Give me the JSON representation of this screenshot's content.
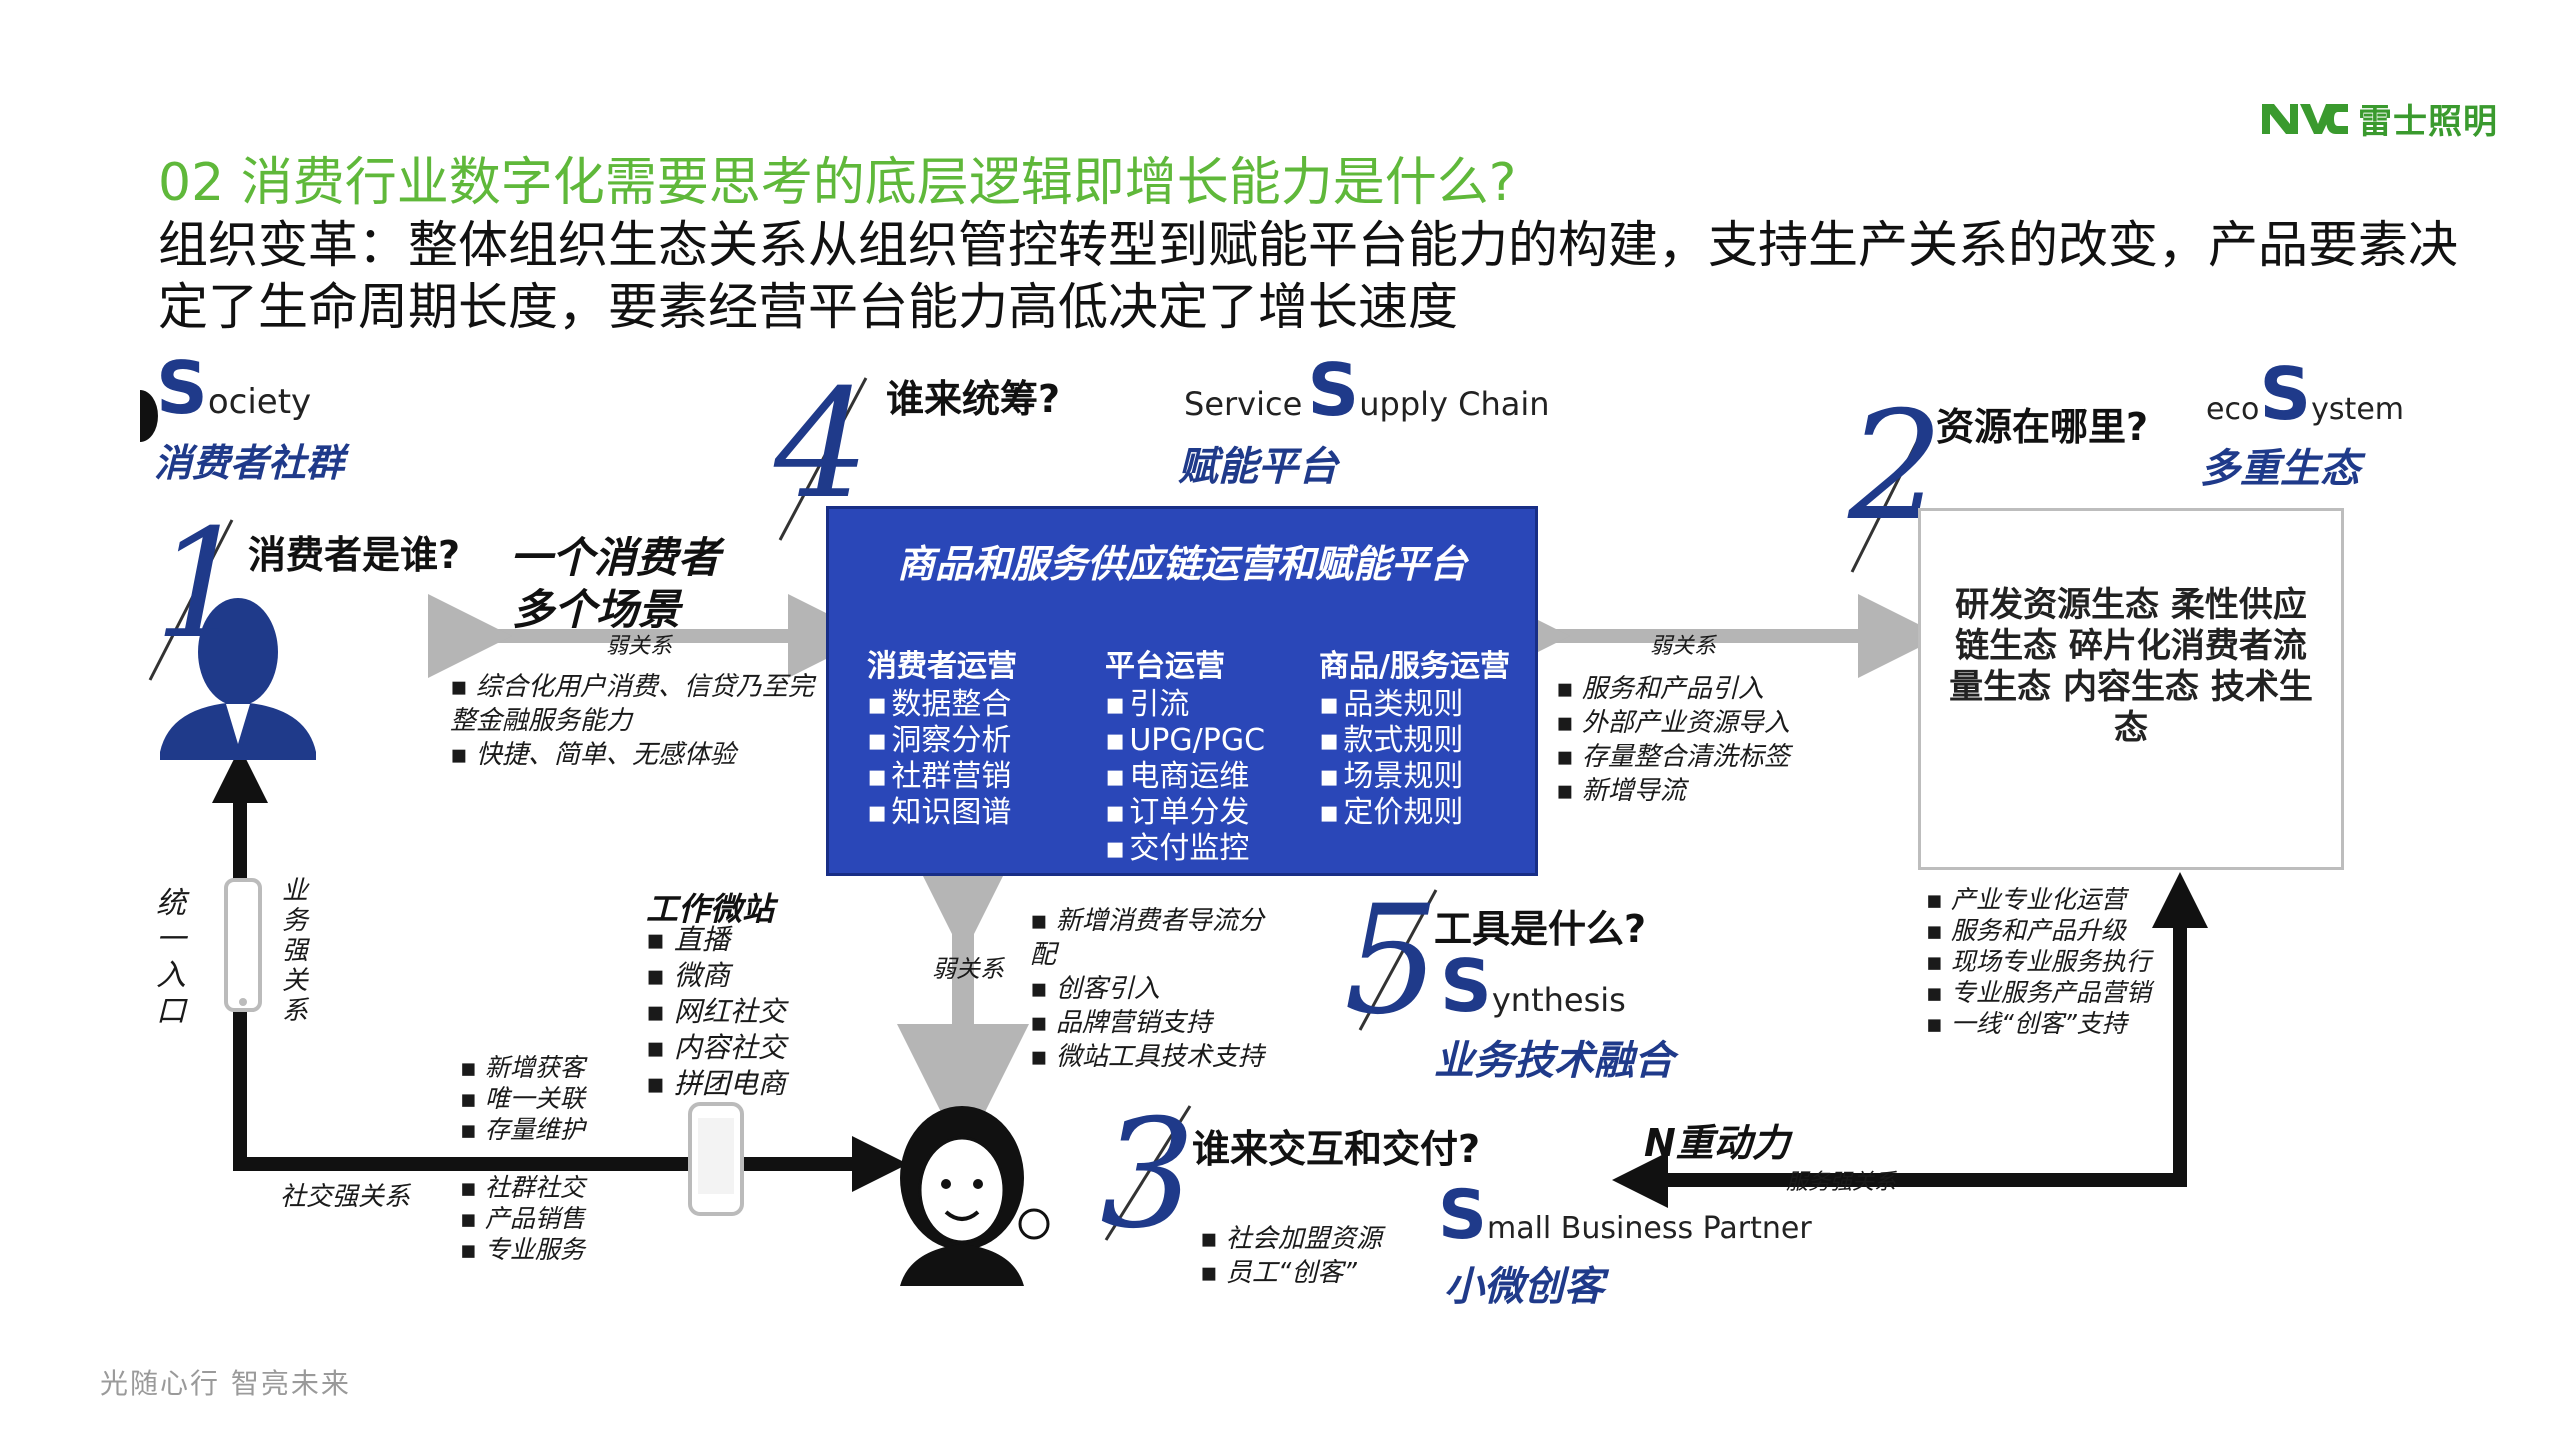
{
  "slide": {
    "heading": "02 消费行业数字化需要思考的底层逻辑即增长能力是什么?",
    "subheading": "组织变革：整体组织生态关系从组织管控转型到赋能平台能力的构建，支持生产关系的改变，产品要素决定了生命周期长度，要素经营平台能力高低决定了增长速度",
    "footer": "光随心行  智亮未来"
  },
  "logo": {
    "mark": "NVC",
    "text": "雷士照明",
    "color": "#3a9a2e"
  },
  "colors": {
    "heading": "#5fb83a",
    "accent_blue": "#1f3a8a",
    "platform_fill": "#2a47b8"
  },
  "society": {
    "initial": "S",
    "rest": "ociety",
    "cn": "消费者社群"
  },
  "q1": {
    "num": "1",
    "question": "消费者是谁?",
    "answer_line1": "一个消费者",
    "answer_line2": "多个场景"
  },
  "q4": {
    "num": "4",
    "question": "谁来统筹?"
  },
  "ssc": {
    "prefix": "Service",
    "initial": "S",
    "rest": "upply Chain",
    "cn": "赋能平台"
  },
  "q2": {
    "num": "2",
    "question": "资源在哪里?"
  },
  "eco": {
    "prefix": "eco",
    "initial": "S",
    "rest": "ystem",
    "cn": "多重生态"
  },
  "platform": {
    "title": "商品和服务供应链运营和赋能平台",
    "col1": {
      "heading": "消费者运营",
      "items": [
        "数据整合",
        "洞察分析",
        "社群营销",
        "知识图谱"
      ]
    },
    "col2": {
      "heading": "平台运营",
      "items": [
        "引流",
        "UPG/PGC",
        "电商运维",
        "订单分发",
        "交付监控"
      ]
    },
    "col3": {
      "heading": "商品/服务运营",
      "items": [
        "品类规则",
        "款式规则",
        "场景规则",
        "定价规则"
      ]
    }
  },
  "eco_box": {
    "text": "研发资源生态 柔性供应链生态 碎片化消费者流量生态 内容生态 技术生态"
  },
  "left_weak": {
    "label": "弱关系",
    "items": [
      "综合化用户消费、信贷乃至完整金融服务能力",
      "快捷、简单、无感体验"
    ]
  },
  "right_weak": {
    "label": "弱关系",
    "items": [
      "服务和产品引入",
      "外部产业资源导入",
      "存量整合清洗标签",
      "新增导流"
    ]
  },
  "mid_weak": {
    "label": "弱关系",
    "items": [
      "新增消费者导流分配",
      "创客引入",
      "品牌营销支持",
      "微站工具技术支持"
    ]
  },
  "unified_entry": {
    "label": "统一入口"
  },
  "strong_biz": {
    "label": "业务强关系"
  },
  "wechat_site": {
    "title": "工作微站",
    "items": [
      "直播",
      "微商",
      "网红社交",
      "内容社交",
      "拼团电商"
    ]
  },
  "acq": {
    "items": [
      "新增获客",
      "唯一关联",
      "存量维护"
    ]
  },
  "social": {
    "label": "社交强关系",
    "items": [
      "社群社交",
      "产品销售",
      "专业服务"
    ]
  },
  "q5": {
    "num": "5",
    "question": "工具是什么?"
  },
  "syn": {
    "initial": "S",
    "rest": "ynthesis",
    "cn": "业务技术融合"
  },
  "q3": {
    "num": "3",
    "question": "谁来交互和交付?"
  },
  "n_power": {
    "label": "N重动力"
  },
  "svc_strong": {
    "label": "服务强关系"
  },
  "sbp": {
    "initial": "S",
    "rest": "mall Business Partner",
    "cn": "小微创客"
  },
  "sbp_items": {
    "items": [
      "社会加盟资源",
      "员工“创客”"
    ]
  },
  "right_list": {
    "items": [
      "产业专业化运营",
      "服务和产品升级",
      "现场专业服务执行",
      "专业服务产品营销",
      "一线“创客”支持"
    ]
  }
}
